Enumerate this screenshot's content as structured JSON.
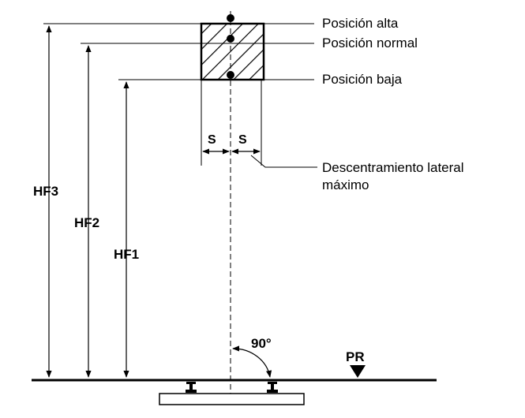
{
  "labels": {
    "pos_alta": "Posición alta",
    "pos_normal": "Posición normal",
    "pos_baja": "Posición baja",
    "s_left": "S",
    "s_right": "S",
    "descentramiento_1": "Descentramiento lateral",
    "descentramiento_2": "máximo",
    "hf3": "HF3",
    "hf2": "HF2",
    "hf1": "HF1",
    "angle": "90°",
    "pr": "PR"
  },
  "colors": {
    "ink": "#000000",
    "background": "#ffffff"
  }
}
